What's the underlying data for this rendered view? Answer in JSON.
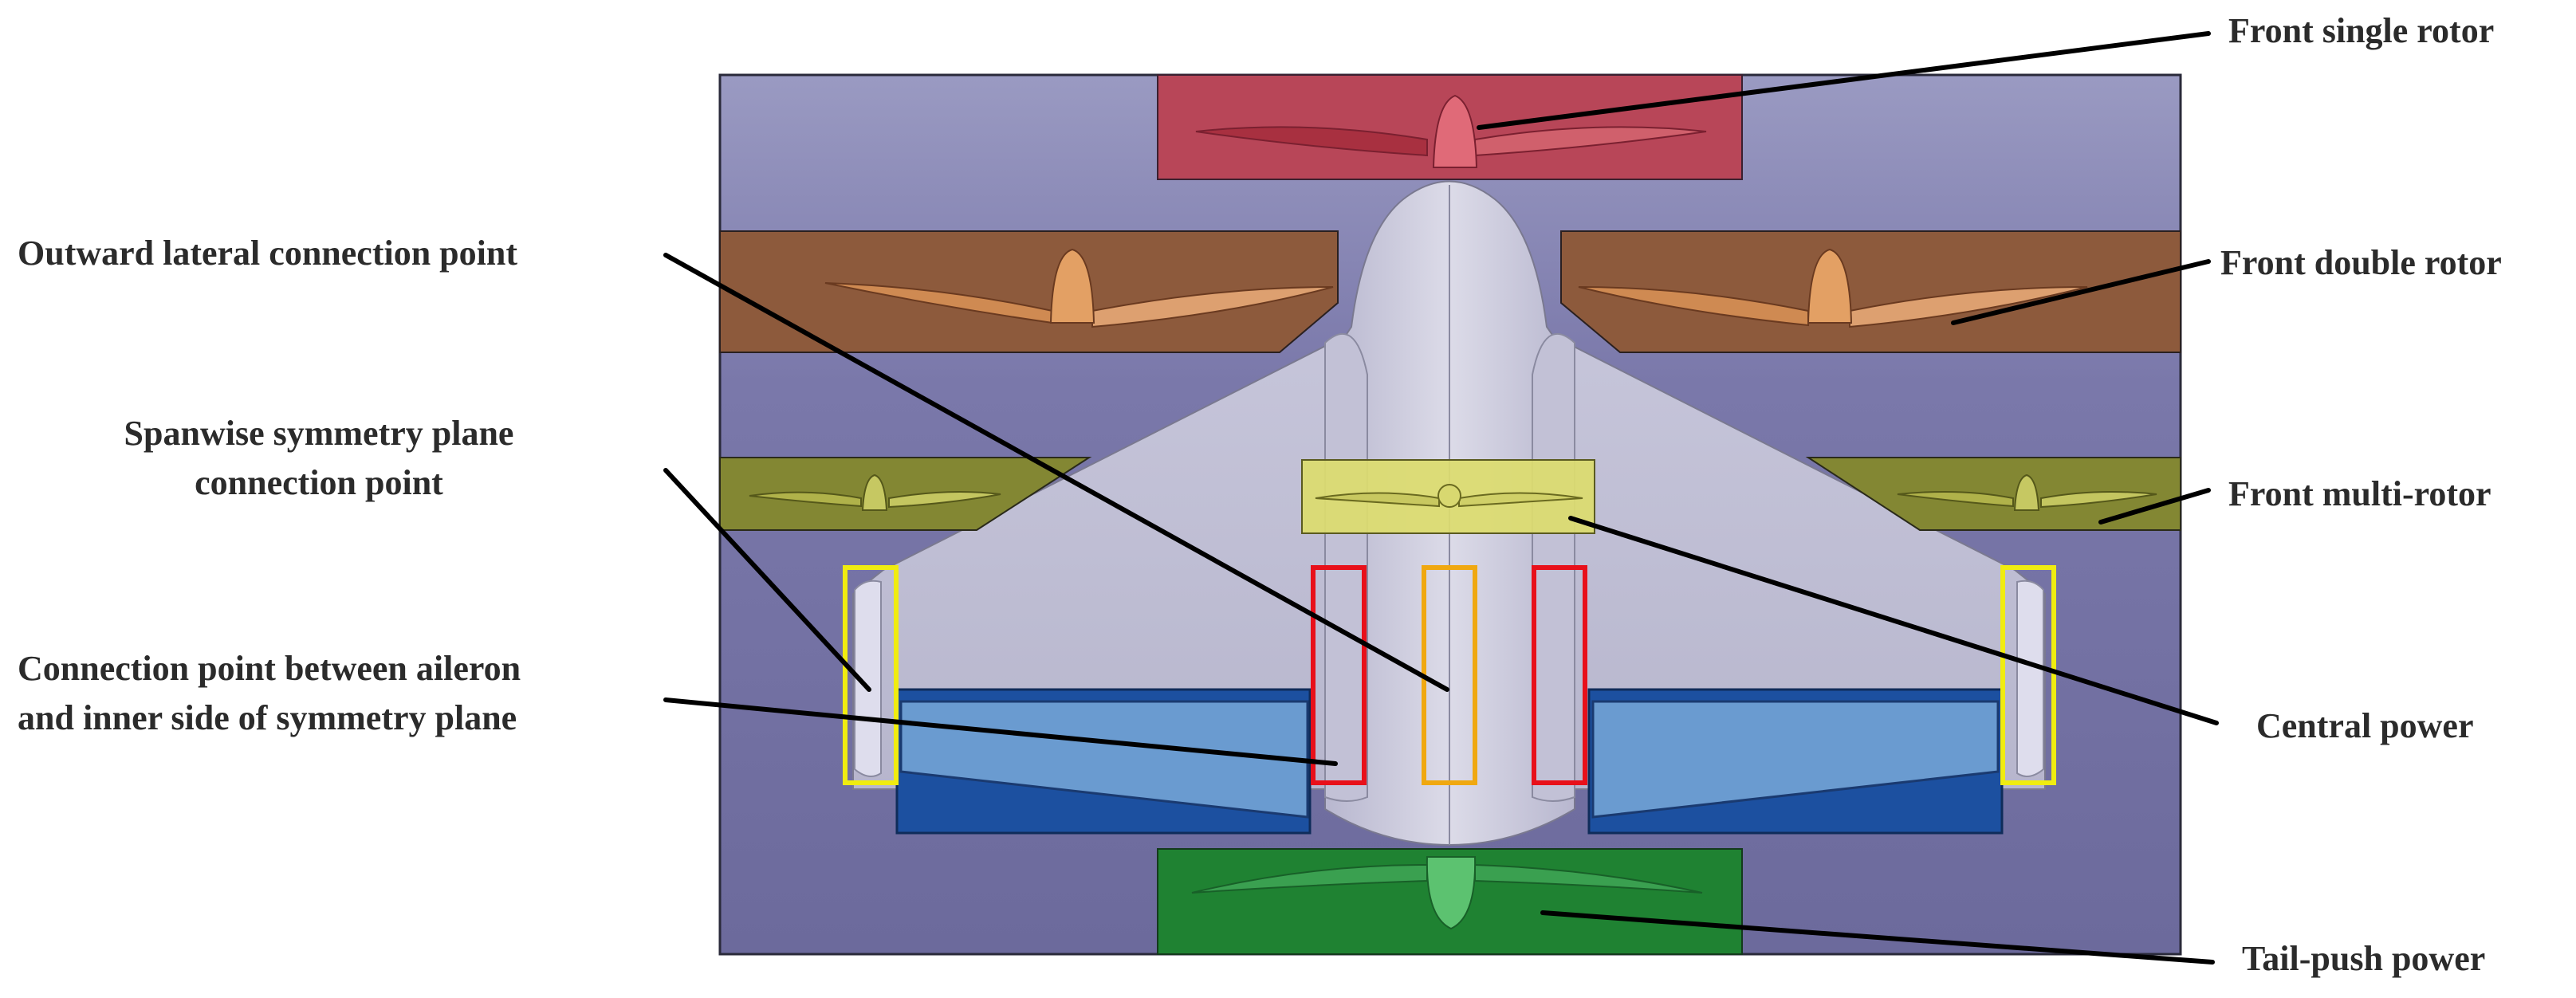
{
  "labels": {
    "front_single_rotor": "Front single rotor",
    "front_double_rotor": "Front double rotor",
    "front_multi_rotor": "Front multi-rotor",
    "central_power": "Central power",
    "tail_push_power": "Tail-push power",
    "outward_lateral": "Outward lateral connection point",
    "spanwise_line1": "Spanwise symmetry plane",
    "spanwise_line2": "connection point",
    "aileron_line1": "Connection point between aileron",
    "aileron_line2": "and inner side of symmetry plane"
  },
  "colors": {
    "background_panel": "#6f6d9e",
    "front_single_rotor": "#b84658",
    "front_double_rotor": "#8d5a3c",
    "front_multi_rotor": "#838733",
    "central_power": "#dcdc6e",
    "tail_push_power": "#1f8232",
    "aileron_light": "#6a9bd0",
    "aileron_dark": "#1c50a0",
    "airframe": "#c9c8da",
    "marker_red": "#e8101a",
    "marker_orange": "#f0a810",
    "marker_yellow": "#f0ec10"
  }
}
